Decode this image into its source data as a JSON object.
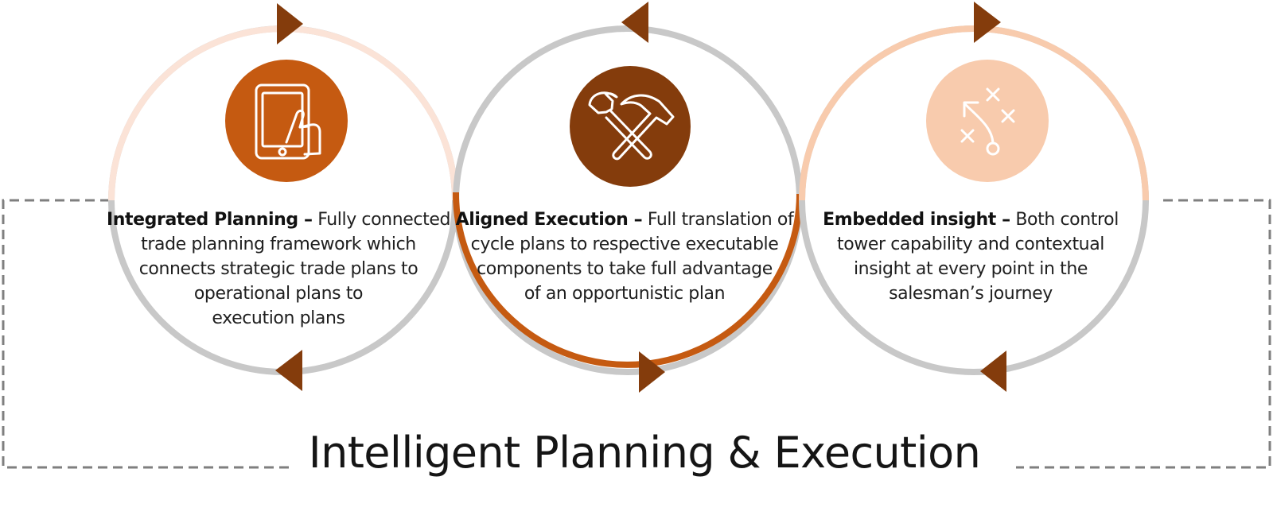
{
  "title": "Intelligent Planning & Execution",
  "colors": {
    "ring_grey": "#c8c8c8",
    "ring_light_peach": "#fbe3d7",
    "ring_orange": "#c55a11",
    "ring_peach": "#f8cbad",
    "arrow_brown": "#843c0c",
    "icon_orange": "#c55a11",
    "icon_brown": "#843c0c",
    "icon_peach": "#f8cbad",
    "dashed_border": "#7f7f7f"
  },
  "cards": [
    {
      "icon": "tablet-touch-icon",
      "heading": "Integrated Planning –",
      "lines": [
        "Fully connected",
        "trade planning framework which",
        "connects strategic trade plans to",
        "operational plans to",
        "execution plans"
      ]
    },
    {
      "icon": "tools-icon",
      "heading": "Aligned Execution –",
      "lines": [
        "Full translation of",
        "cycle plans to respective executable",
        "components to take full advantage",
        "of an opportunistic plan"
      ]
    },
    {
      "icon": "strategy-play-icon",
      "heading": "Embedded insight –",
      "lines": [
        "Both control",
        "tower capability and contextual",
        "insight at every point in the",
        "salesman’s journey"
      ]
    }
  ]
}
